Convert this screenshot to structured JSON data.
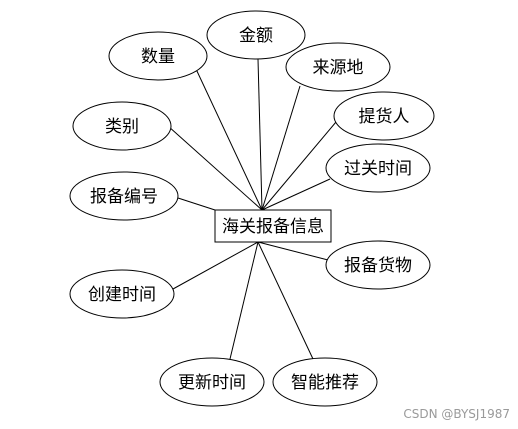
{
  "entity": {
    "label": "海关报备信息"
  },
  "attributes": [
    {
      "id": "shuliang",
      "label": "数量"
    },
    {
      "id": "jine",
      "label": "金额"
    },
    {
      "id": "laiyuandi",
      "label": "来源地"
    },
    {
      "id": "leibie",
      "label": "类别"
    },
    {
      "id": "tihuoren",
      "label": "提货人"
    },
    {
      "id": "guoguanshijian",
      "label": "过关时间"
    },
    {
      "id": "baobeibianhao",
      "label": "报备编号"
    },
    {
      "id": "baobeihuowu",
      "label": "报备货物"
    },
    {
      "id": "chuangjianshijian",
      "label": "创建时间"
    },
    {
      "id": "gengxinshijian",
      "label": "更新时间"
    },
    {
      "id": "zhinengtuijian",
      "label": "智能推荐"
    }
  ],
  "watermark": "CSDN @BYSJ1987",
  "colors": {
    "stroke": "#000000",
    "background": "#ffffff"
  }
}
